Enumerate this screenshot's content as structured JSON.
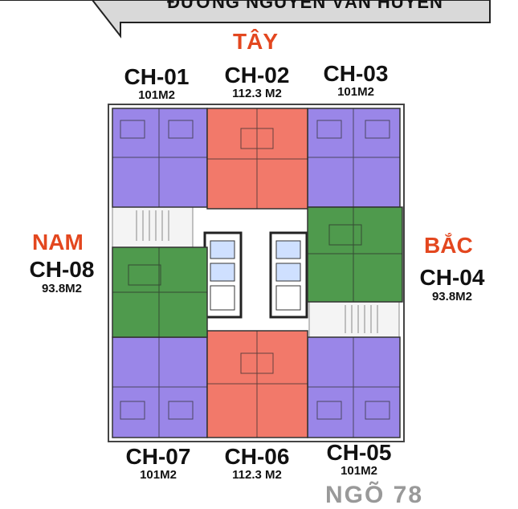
{
  "street_label": "ĐƯỜNG NGUYỄN VĂN HUYÊN",
  "directions": {
    "west": "TÂY",
    "south": "NAM",
    "north": "BẮC"
  },
  "apartments": [
    {
      "code": "CH-01",
      "area": "101M2"
    },
    {
      "code": "CH-02",
      "area": "112.3 M2"
    },
    {
      "code": "CH-03",
      "area": "101M2"
    },
    {
      "code": "CH-04",
      "area": "93.8M2"
    },
    {
      "code": "CH-05",
      "area": "101M2"
    },
    {
      "code": "CH-06",
      "area": "112.3 M2"
    },
    {
      "code": "CH-07",
      "area": "101M2"
    },
    {
      "code": "CH-08",
      "area": "93.8M2"
    }
  ],
  "bottom_text": "NGÕ 78",
  "colors": {
    "corner_unit": "#9a86e8",
    "middle_unit": "#f2796a",
    "side_unit": "#4f9a4d",
    "direction_text": "#e3471f",
    "banner_fill": "#d9d9d9"
  }
}
